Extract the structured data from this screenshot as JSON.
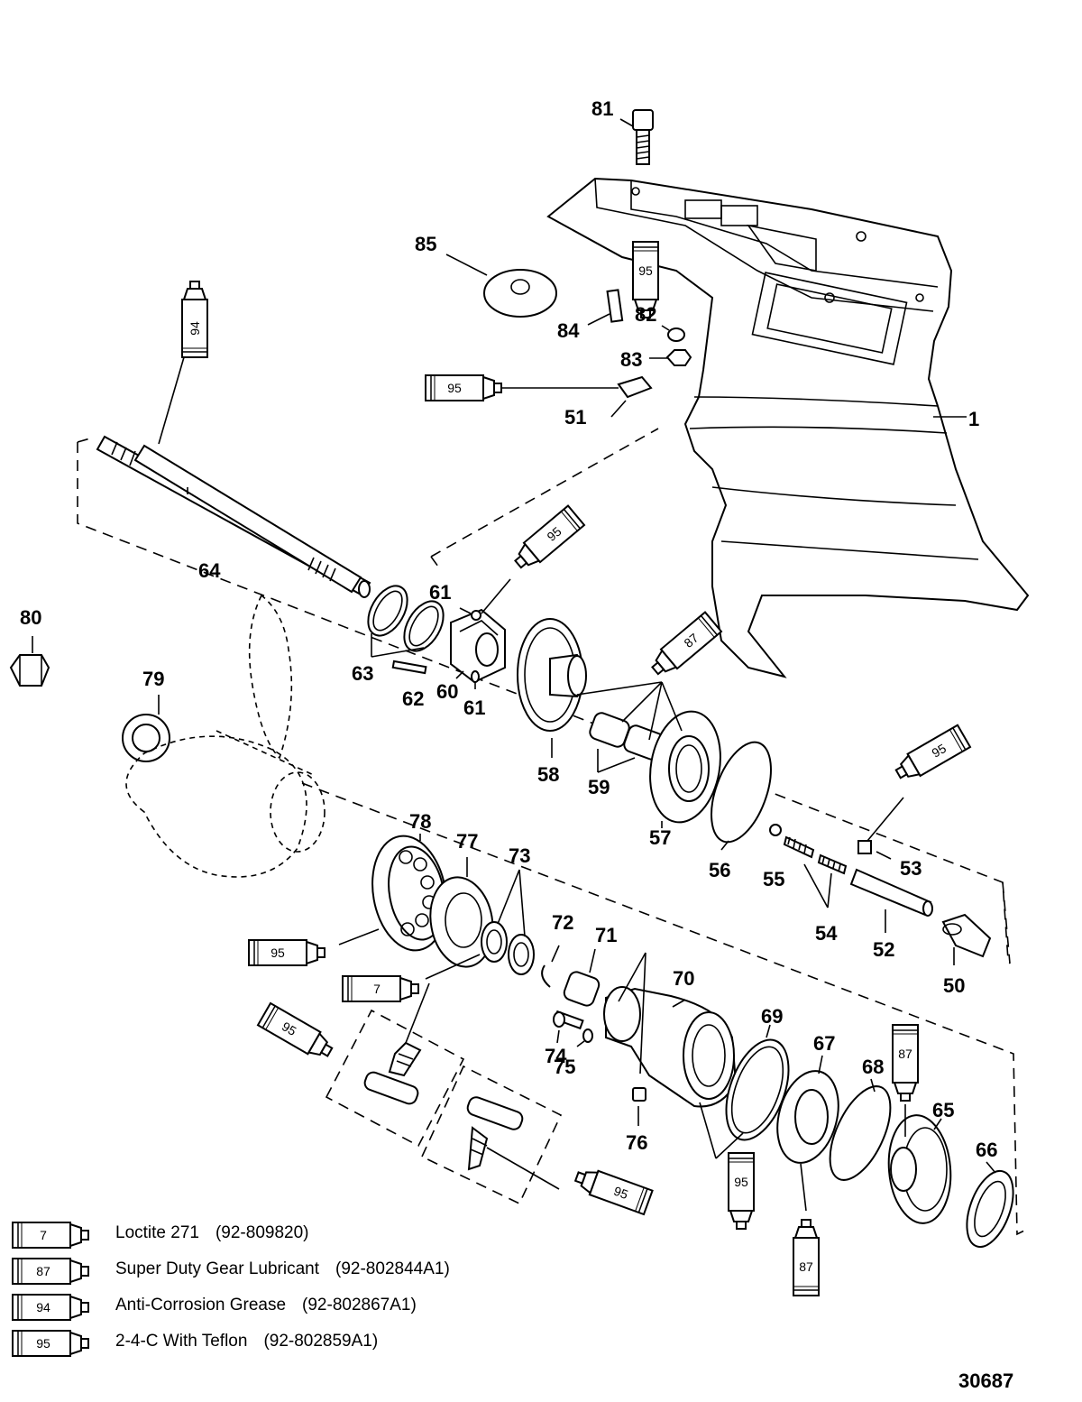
{
  "callouts": {
    "c1": "1",
    "c50": "50",
    "c51": "51",
    "c52": "52",
    "c53": "53",
    "c54": "54",
    "c55": "55",
    "c56": "56",
    "c57": "57",
    "c58": "58",
    "c59": "59",
    "c60": "60",
    "c61a": "61",
    "c61b": "61",
    "c62": "62",
    "c63": "63",
    "c64": "64",
    "c65": "65",
    "c66": "66",
    "c67": "67",
    "c68": "68",
    "c69": "69",
    "c70": "70",
    "c71": "71",
    "c72": "72",
    "c73": "73",
    "c74": "74",
    "c75": "75",
    "c76": "76",
    "c77": "77",
    "c78": "78",
    "c79": "79",
    "c80": "80",
    "c81": "81",
    "c82": "82",
    "c83": "83",
    "c84": "84",
    "c85": "85"
  },
  "tubes": {
    "t94_shaft": "94",
    "t95_51": "95",
    "t95_bearing": "95",
    "t87_gear": "87",
    "t95_pin": "95",
    "t95_78": "95",
    "t7_seal": "7",
    "t95_carrier": "95",
    "t95_detail1": "95",
    "t95_detail2": "95",
    "t95_oring": "95",
    "t87_bearing": "87",
    "t87_gear65": "87"
  },
  "legend": [
    {
      "code": "7",
      "name": "Loctite 271",
      "part_number": "(92-809820)"
    },
    {
      "code": "87",
      "name": "Super Duty Gear Lubricant",
      "part_number": "(92-802844A1)"
    },
    {
      "code": "94",
      "name": "Anti-Corrosion Grease",
      "part_number": "(92-802867A1)"
    },
    {
      "code": "95",
      "name": "2-4-C With Teflon",
      "part_number": "(92-802859A1)"
    }
  ],
  "figure_number": "30687"
}
